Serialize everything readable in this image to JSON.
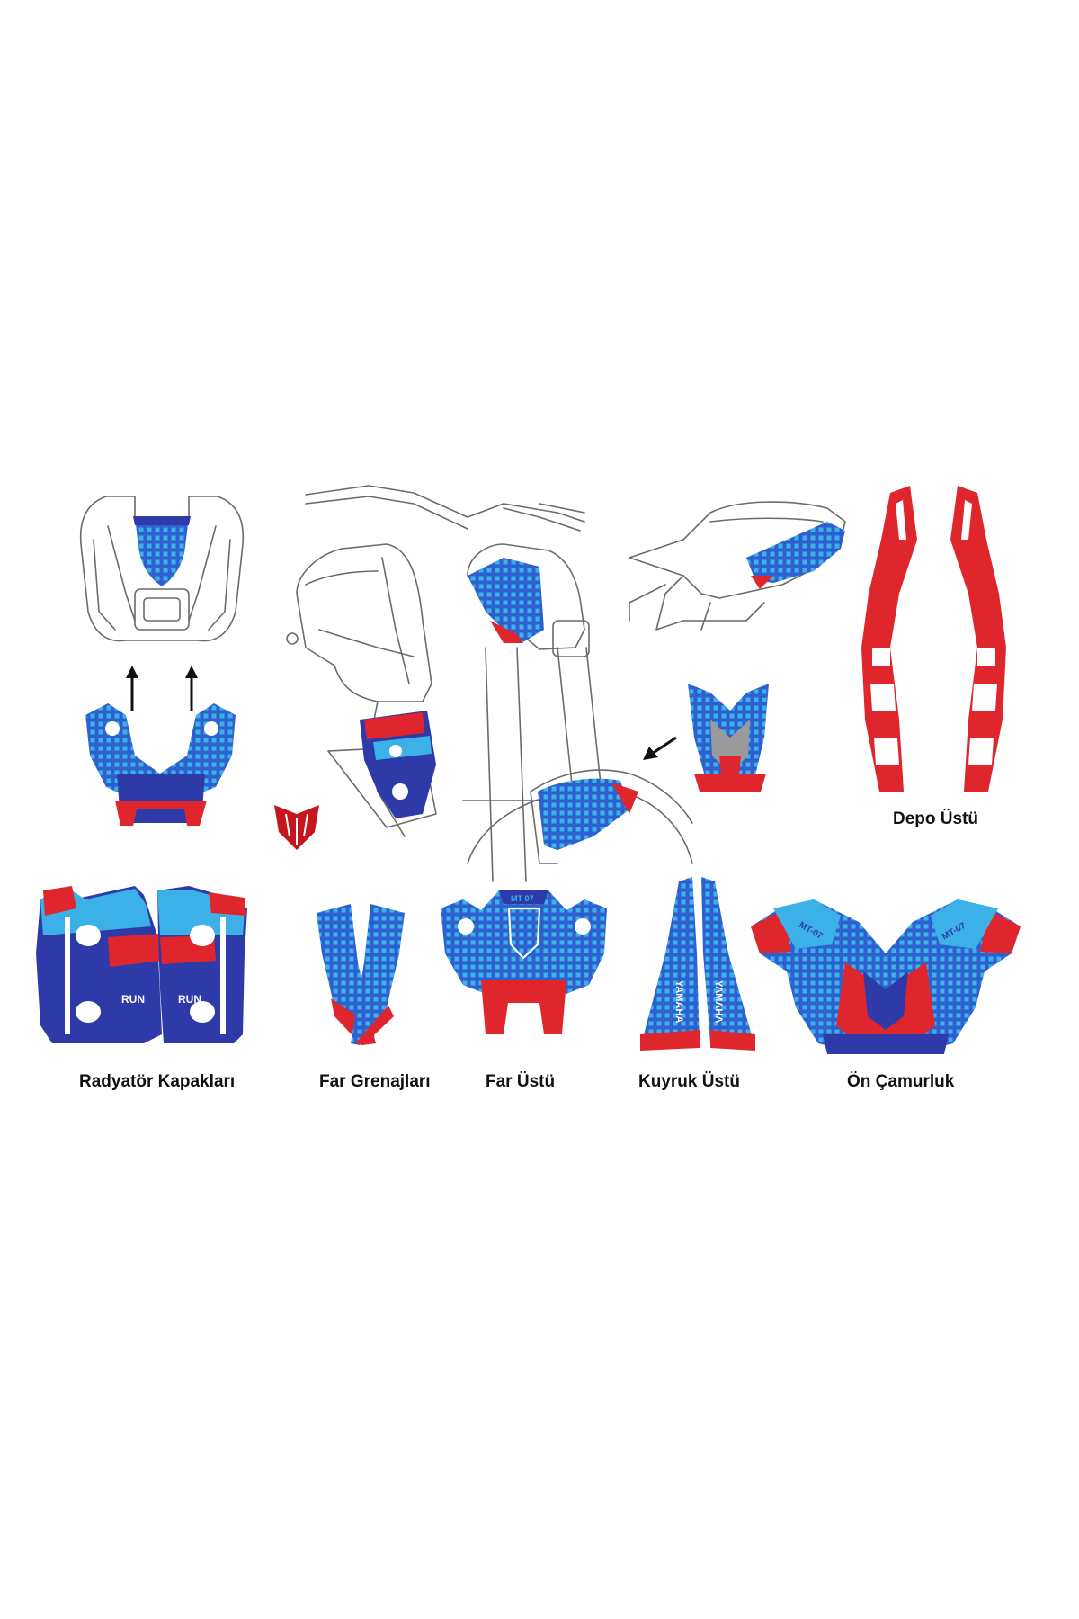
{
  "labels": {
    "depo_ustu": "Depo Üstü",
    "radyator": "Radyatör Kapakları",
    "far_grenaj": "Far Grenajları",
    "far_ustu": "Far Üstü",
    "kuyruk_ustu": "Kuyruk Üstü",
    "on_camurluk": "Ön Çamurluk"
  },
  "decal_text": {
    "model": "MT-07",
    "brand": "YAMAHA",
    "run": "RUN"
  },
  "colors": {
    "blue_dark": "#2e3aa8",
    "blue_mid": "#3b6fd6",
    "blue_light": "#3cb1e8",
    "red": "#e0262d",
    "grey": "#9a9a9a",
    "outline": "#6b6b6b"
  }
}
